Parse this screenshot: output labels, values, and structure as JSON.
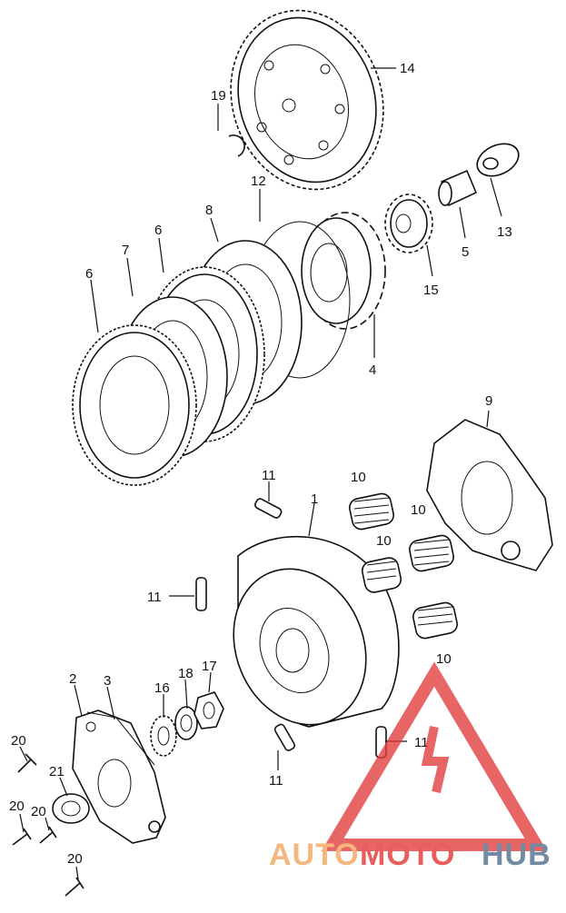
{
  "diagram": {
    "callouts": {
      "n1": "1",
      "n2": "2",
      "n3": "3",
      "n4": "4",
      "n5": "5",
      "n6a": "6",
      "n6b": "6",
      "n7": "7",
      "n8": "8",
      "n9": "9",
      "n10a": "10",
      "n10b": "10",
      "n10c": "10",
      "n10d": "10",
      "n11a": "11",
      "n11b": "11",
      "n11c": "11",
      "n11d": "11",
      "n12": "12",
      "n13": "13",
      "n14": "14",
      "n15": "15",
      "n16": "16",
      "n17": "17",
      "n18": "18",
      "n19": "19",
      "n20a": "20",
      "n20b": "20",
      "n20c": "20",
      "n20d": "20",
      "n21": "21"
    }
  },
  "watermark": {
    "auto": "AUTO",
    "moto": "MOTO",
    "hub": "HUB",
    "colors": {
      "triangle": "#e23b3b",
      "auto": "#f2a35c",
      "moto": "#e2322f",
      "hub": "#4d6a8a"
    }
  }
}
